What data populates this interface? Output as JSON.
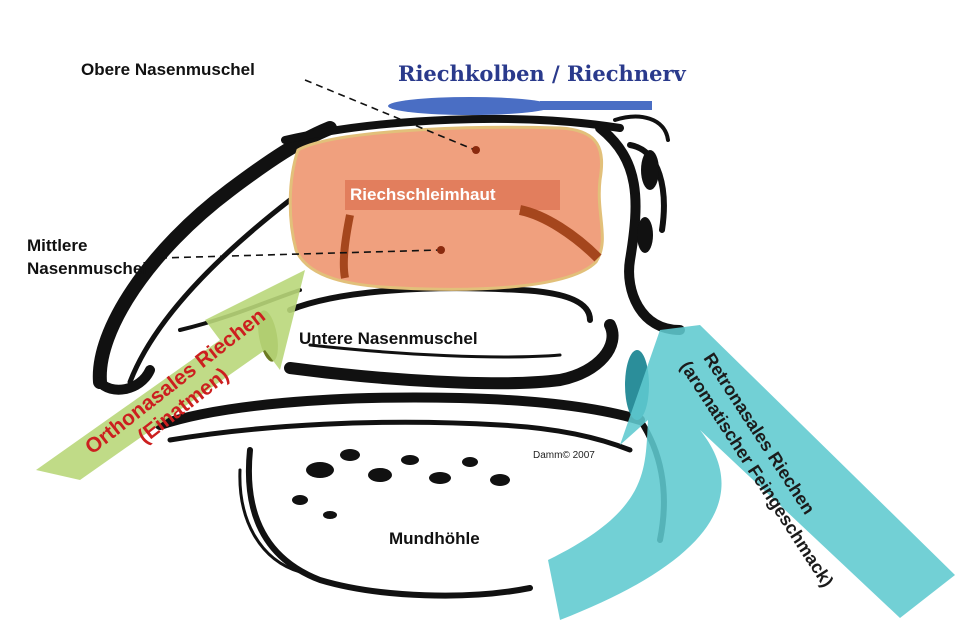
{
  "labels": {
    "upper_turbinate": "Obere Nasenmuschel",
    "olfactory_bulb": "Riechkolben / Riechnerv",
    "olfactory_mucosa": "Riechschleimhaut",
    "middle_turbinate_line1": "Mittlere",
    "middle_turbinate_line2": "Nasenmuschel",
    "lower_turbinate": "Untere Nasenmuschel",
    "oral_cavity": "Mundhöhle",
    "credit": "Damm© 2007"
  },
  "arrows": {
    "orthonasal_line1": "Orthonasales Riechen",
    "orthonasal_line2": "(Einatmen)",
    "retronasal_line1": "Retronasales Riechen",
    "retronasal_line2": "(aromatischer Feingeschmack)"
  },
  "colors": {
    "mucosa": "#f0a07e",
    "mucosa_border": "#e2c07a",
    "olfactory_nerve": "#4a6ec4",
    "ortho_arrow": "#b9d77a",
    "retro_arrow": "#5fc9cf",
    "ortho_text": "#cc1f1f",
    "bulb_text": "#2a3a8c"
  }
}
